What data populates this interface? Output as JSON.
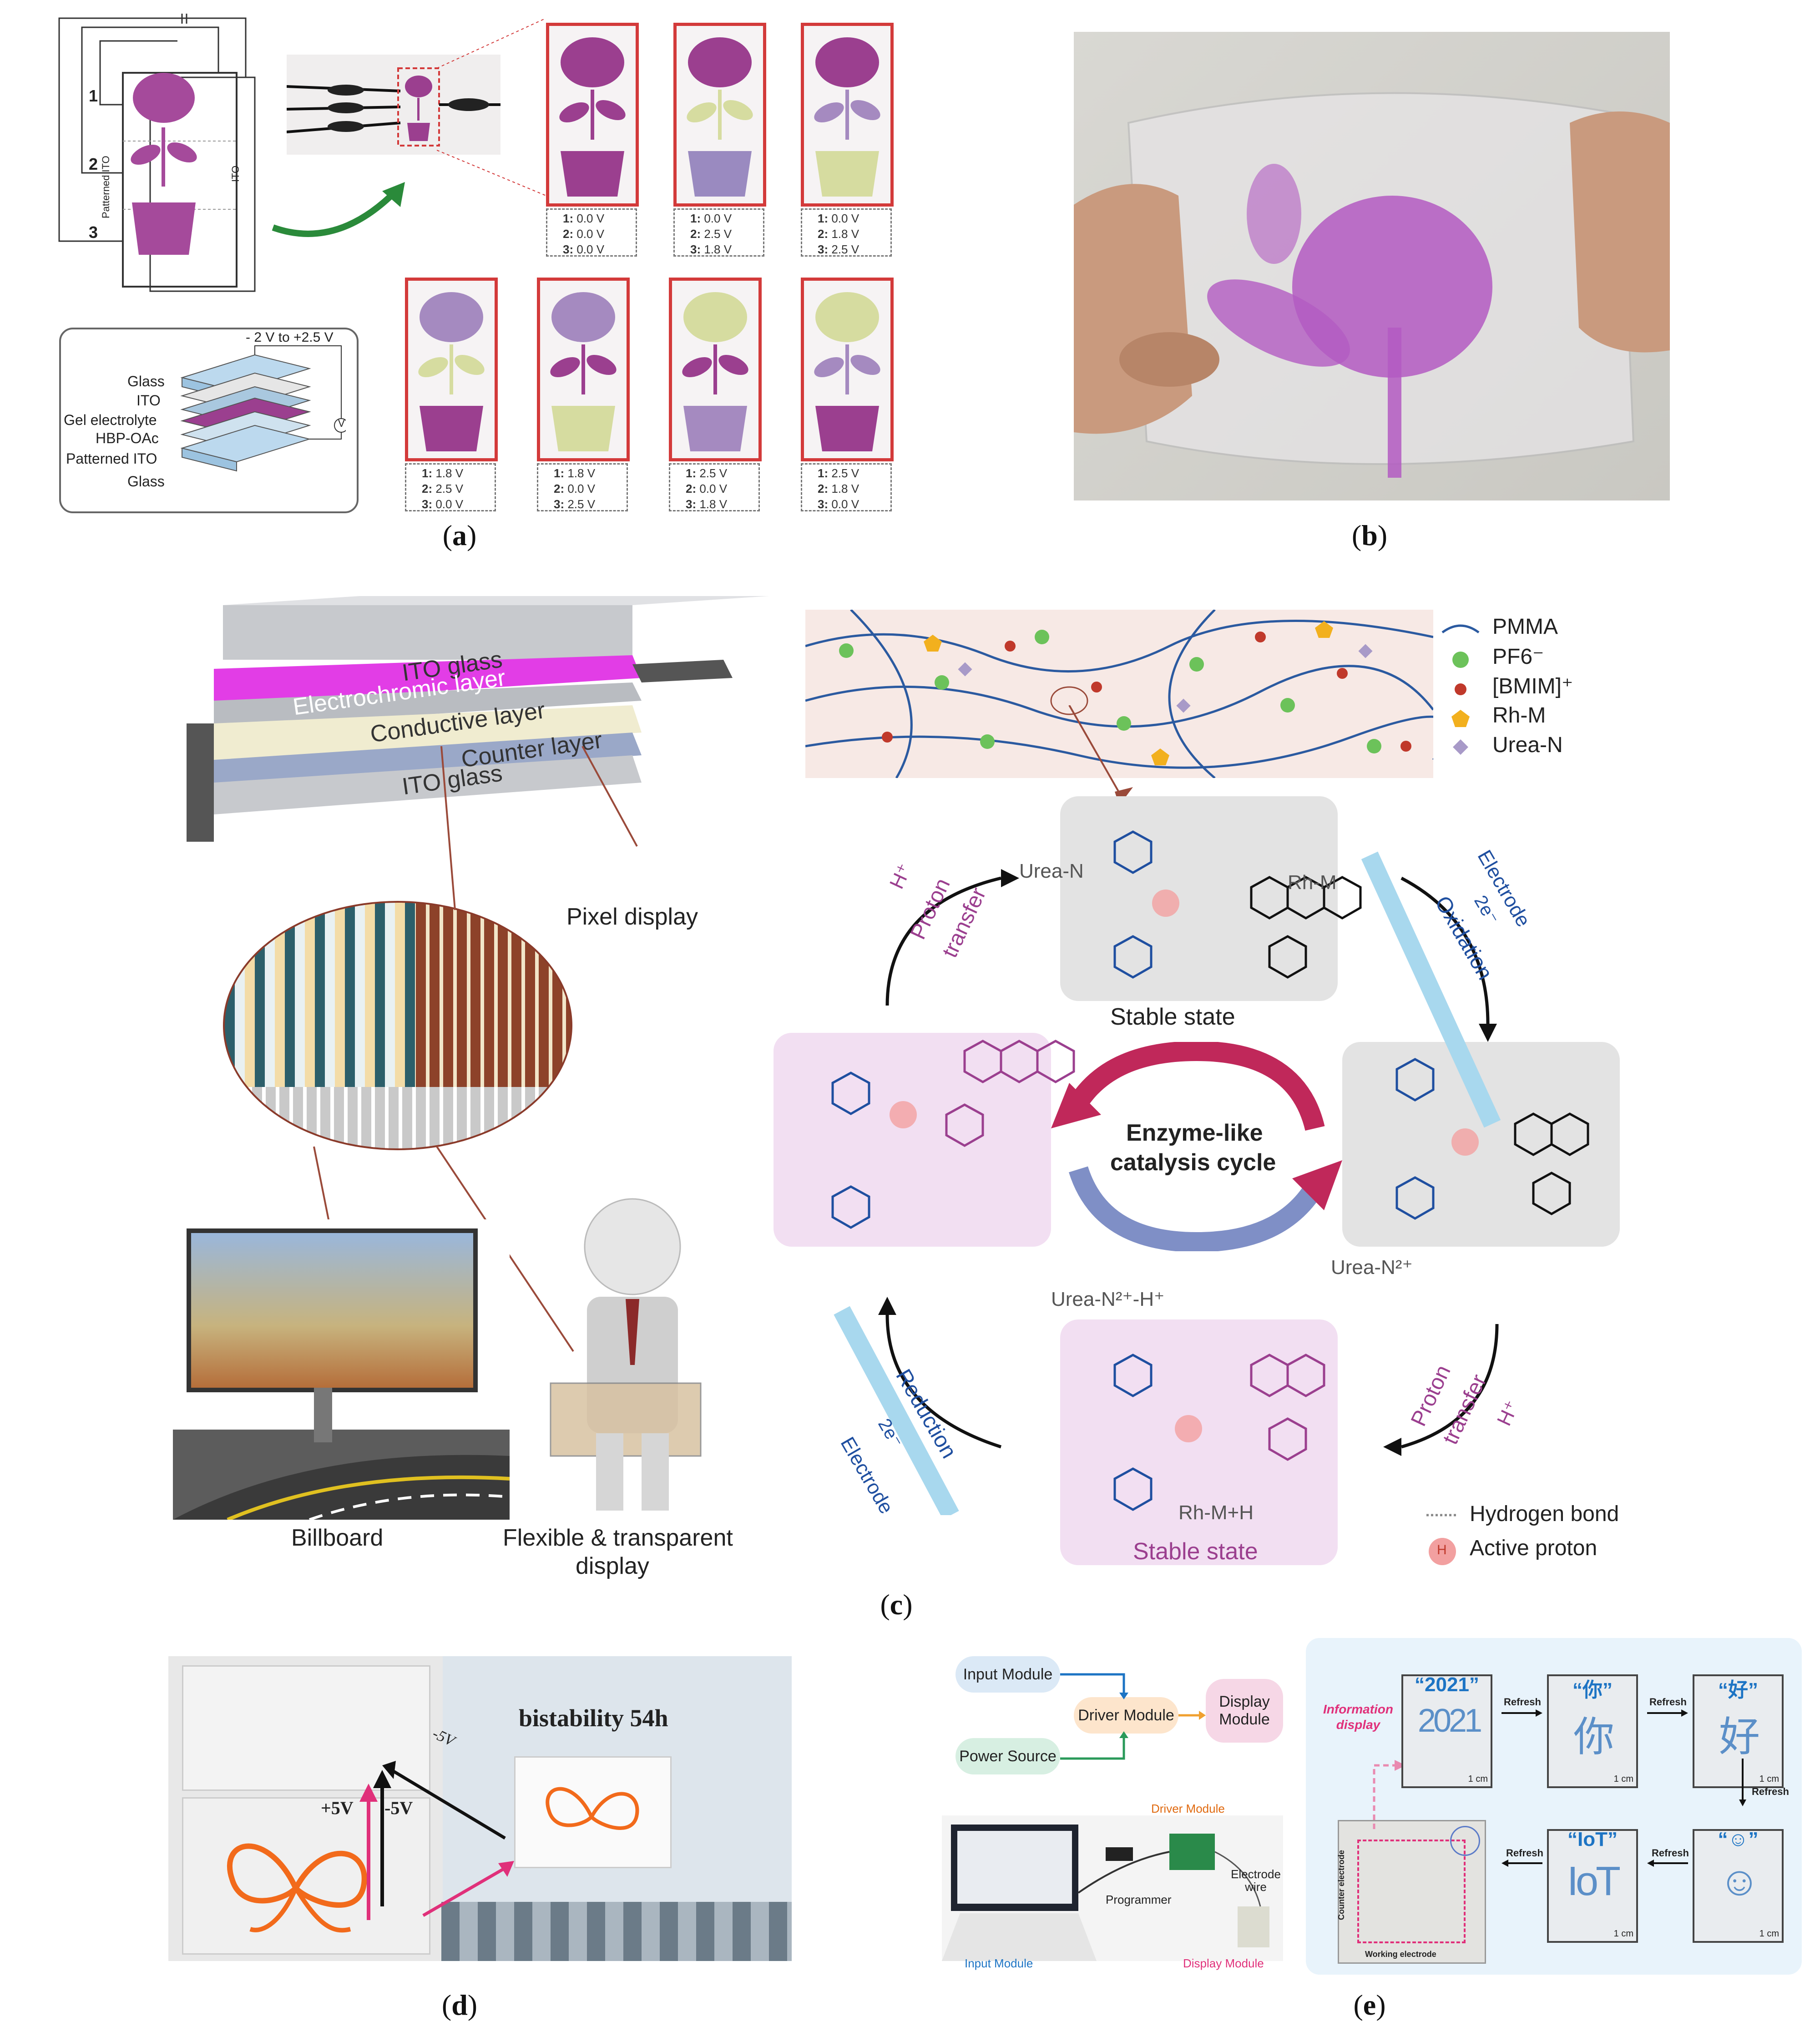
{
  "panel_a": {
    "caption": "a",
    "device_numbers": [
      "1",
      "2",
      "3"
    ],
    "patterned_ito_label": "Patterned ITO",
    "ito_label": "ITO",
    "voltage_range": "- 2 V to +2.5 V",
    "voltmeter": "V",
    "stack_layers": [
      "Glass",
      "ITO",
      "Gel electrolyte",
      "HBP-OAc",
      "Patterned ITO",
      "Glass"
    ],
    "states": [
      {
        "v1": "0.0 V",
        "v2": "0.0 V",
        "v3": "0.0 V"
      },
      {
        "v1": "0.0 V",
        "v2": "2.5 V",
        "v3": "1.8 V"
      },
      {
        "v1": "0.0 V",
        "v2": "1.8 V",
        "v3": "2.5 V"
      },
      {
        "v1": "1.8 V",
        "v2": "2.5 V",
        "v3": "0.0 V"
      },
      {
        "v1": "1.8 V",
        "v2": "0.0 V",
        "v3": "2.5 V"
      },
      {
        "v1": "2.5 V",
        "v2": "0.0 V",
        "v3": "1.8 V"
      },
      {
        "v1": "2.5 V",
        "v2": "1.8 V",
        "v3": "0.0 V"
      }
    ],
    "line_prefix": [
      "1:",
      "2:",
      "3:"
    ]
  },
  "panel_b": {
    "caption": "b"
  },
  "panel_c": {
    "caption": "c",
    "layers": [
      "ITO glass",
      "Electrochromic layer",
      "Conductive layer",
      "Counter layer",
      "ITO glass"
    ],
    "pixel_display": "Pixel display",
    "billboard": "Billboard",
    "flexible_1": "Flexible & transparent",
    "flexible_2": "display",
    "legend": [
      "PMMA",
      "PF6⁻",
      "[BMIM]⁺",
      "Rh-M",
      "Urea-N"
    ],
    "urea_n": "Urea-N",
    "rh_m": "Rh-M",
    "stable_state": "Stable state",
    "cycle_1": "Enzyme-like",
    "cycle_2": "catalysis cycle",
    "electrode": "Electrode",
    "oxidation": "Oxidation",
    "reduction": "Reduction",
    "two_e": "2e⁻",
    "proton_transfer_1": "Proton",
    "proton_transfer_2": "transfer",
    "h_plus": "H⁺",
    "urea_n2": "Urea-N²⁺",
    "urea_n2h": "Urea-N²⁺-H⁺",
    "rh_mh": "Rh-M+H",
    "hydrogen_bond": "Hydrogen bond",
    "active_proton": "Active proton",
    "h_symbol": "H"
  },
  "panel_d": {
    "caption": "d",
    "bistability": "bistability 54h",
    "plus5": "+5V",
    "minus5": "-5V",
    "minus5b": "-5V"
  },
  "panel_e": {
    "caption": "e",
    "modules": [
      "Input Module",
      "Driver Module",
      "Display Module",
      "Power Source"
    ],
    "info_display": "Information display",
    "refresh": "Refresh",
    "screens": [
      {
        "title": "“2021”",
        "glyph": "2021"
      },
      {
        "title": "“你”",
        "glyph": "你"
      },
      {
        "title": "“好”",
        "glyph": "好"
      },
      {
        "title": "“☺”",
        "glyph": "☺"
      },
      {
        "title": "“IoT”",
        "glyph": "IoT"
      }
    ],
    "scale": "1 cm",
    "photo_labels": {
      "driver": "Driver Module",
      "programmer": "Programmer",
      "electrode_wire": "Electrode wire",
      "input": "Input Module",
      "display": "Display Module",
      "counter": "Counter electrode",
      "working": "Working electrode"
    }
  },
  "colors": {
    "purple": "#9b3f8f",
    "red_frame": "#d33a3a",
    "blue": "#1d74c4",
    "pink": "#e0307a"
  }
}
